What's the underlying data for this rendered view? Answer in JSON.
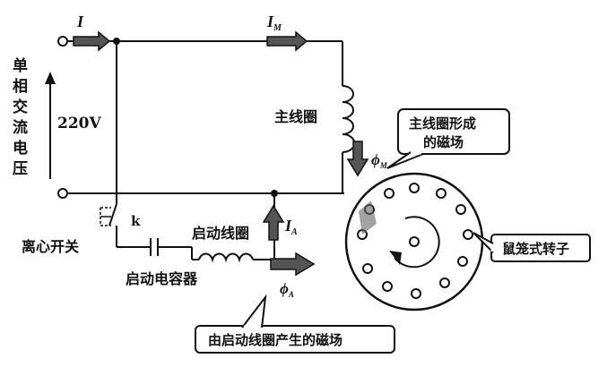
{
  "labels": {
    "current_i": "I",
    "current_im": "I",
    "current_im_sub": "M",
    "current_ia": "I",
    "current_ia_sub": "A",
    "supply_chars": [
      "单",
      "相",
      "交",
      "流",
      "电",
      "压"
    ],
    "voltage": "220V",
    "main_coil": "主线圈",
    "phi_m": "ϕ",
    "phi_m_sub": "M",
    "switch_k": "k",
    "centrifugal_switch": "离心开关",
    "start_coil": "启动线圈",
    "phi_a": "ϕ",
    "phi_a_sub": "A",
    "start_capacitor": "启动电容器"
  },
  "callouts": {
    "main_field_line1": "主线圈形成",
    "main_field_line2": "的磁场",
    "rotor": "鼠笼式转子",
    "start_field": "由启动线圈产生的磁场"
  },
  "colors": {
    "ink": "#111111",
    "arrow_fill": "#555555",
    "background": "#ffffff"
  }
}
